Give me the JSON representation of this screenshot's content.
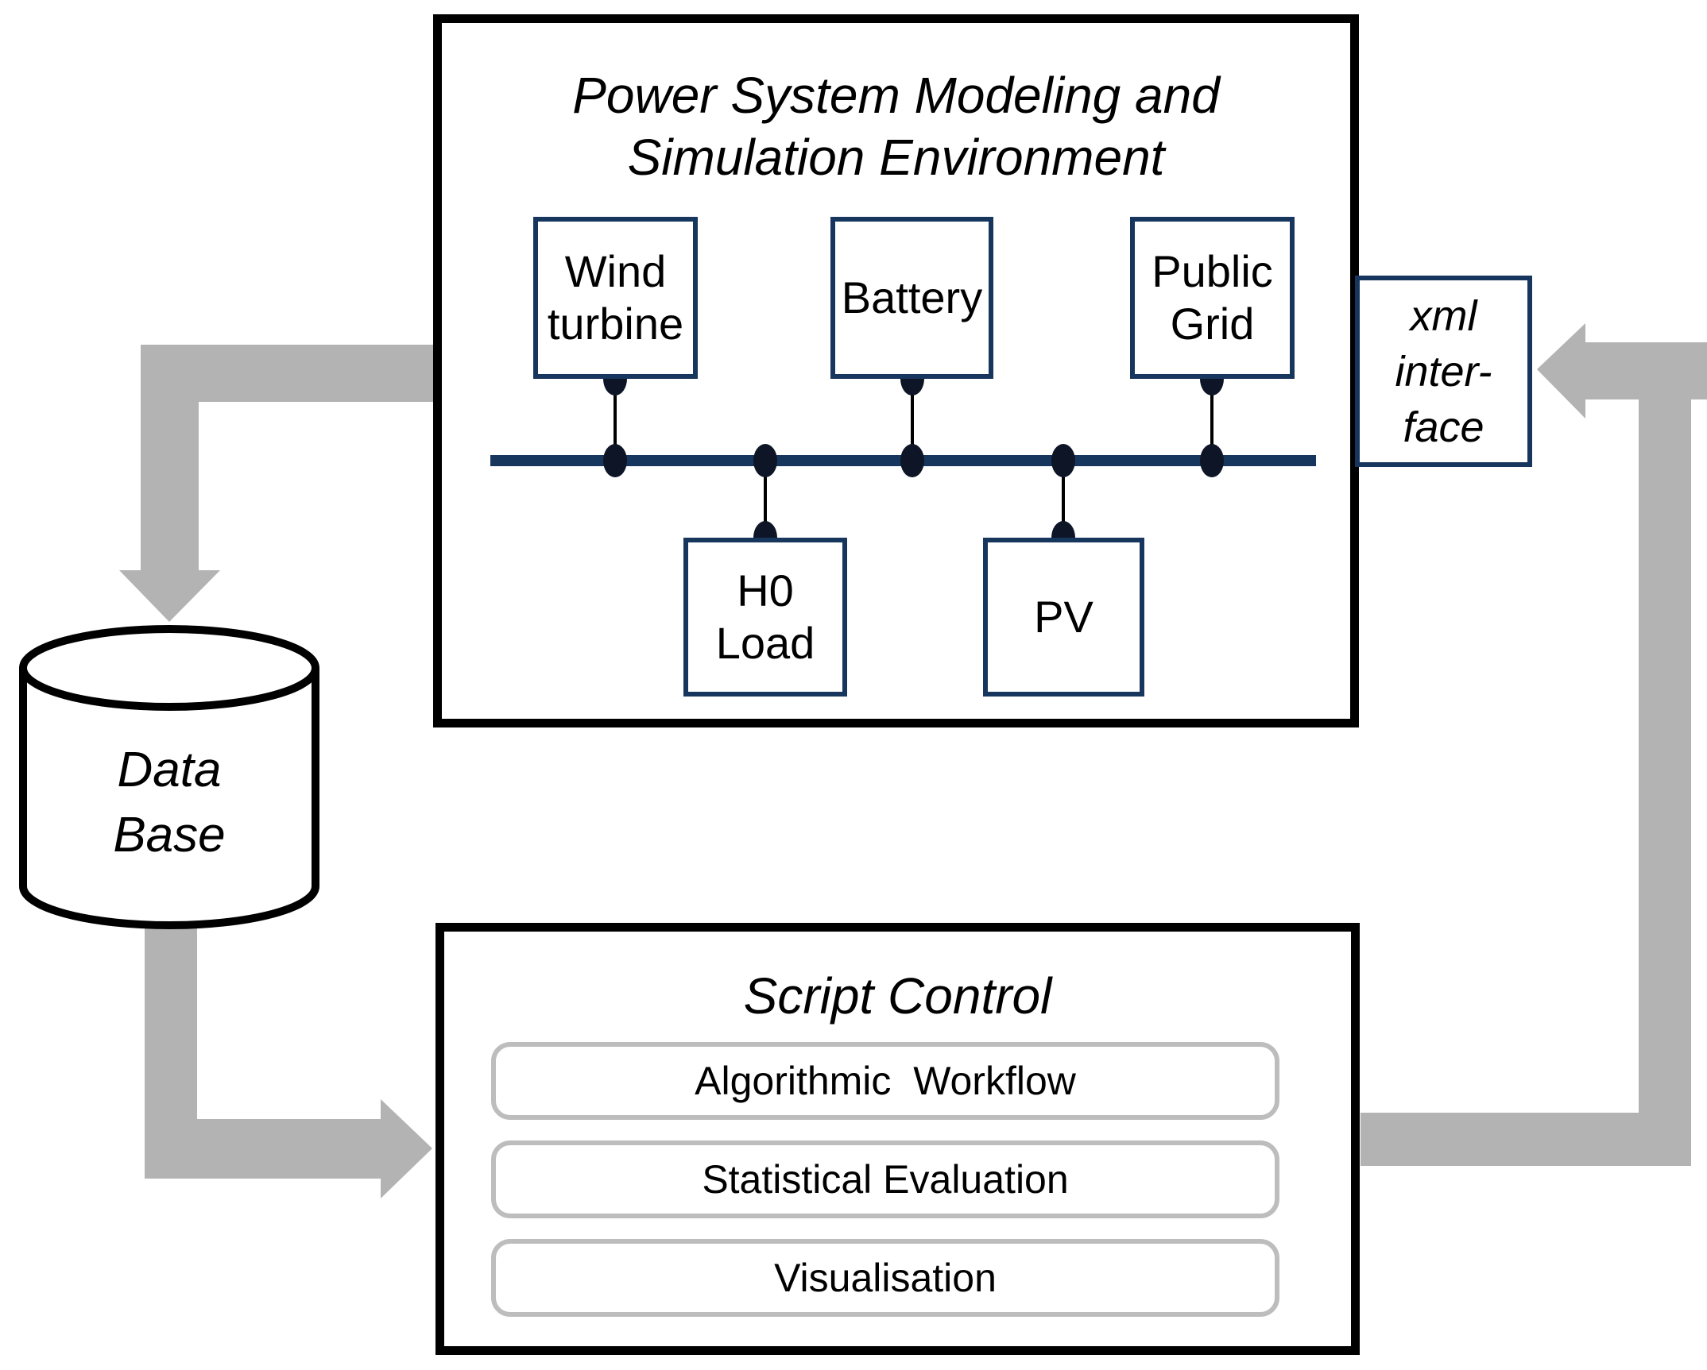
{
  "colors": {
    "navy": "#17365d",
    "arrow_gray": "#b3b3b3",
    "button_border_gray": "#bdbdbd",
    "black": "#000000"
  },
  "simulation_box": {
    "title_line1": "Power System Modeling and",
    "title_line2": "Simulation Environment",
    "components": {
      "wind_turbine": {
        "line1": "Wind",
        "line2": "turbine"
      },
      "battery": {
        "label": "Battery"
      },
      "public_grid": {
        "line1": "Public",
        "line2": "Grid"
      },
      "h0_load": {
        "line1": "H0",
        "line2": "Load"
      },
      "pv": {
        "label": "PV"
      }
    }
  },
  "xml_interface_box": {
    "line1": "xml",
    "line2": "inter-",
    "line3": "face"
  },
  "database": {
    "line1": "Data",
    "line2": "Base"
  },
  "script_control_box": {
    "title": "Script Control",
    "buttons": [
      "Algorithmic  Workflow",
      "Statistical Evaluation",
      "Visualisation"
    ]
  }
}
